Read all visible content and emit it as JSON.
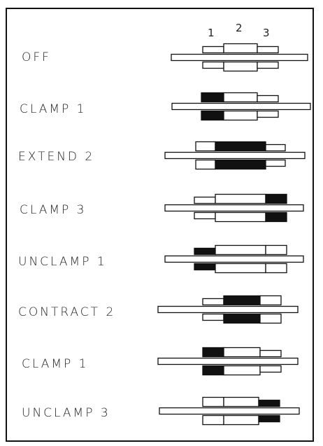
{
  "segment_numbers": [
    "1",
    "2",
    "3"
  ],
  "colors": {
    "ink": "#111111",
    "paper": "#ffffff",
    "frame": "#111111"
  },
  "steps": [
    {
      "label": "OFF",
      "shaft": [
        245,
        440
      ],
      "layout": {
        "top": [
          290,
          320,
          368
        ],
        "bot": [
          290,
          320,
          368
        ]
      },
      "blocks": [
        {
          "row": "top",
          "x": [
            290,
            320
          ],
          "fill": "white"
        },
        {
          "row": "top",
          "x": [
            320,
            368
          ],
          "fill": "white",
          "tall": true
        },
        {
          "row": "top",
          "x": [
            368,
            398
          ],
          "fill": "white"
        },
        {
          "row": "bot",
          "x": [
            290,
            320
          ],
          "fill": "white"
        },
        {
          "row": "bot",
          "x": [
            320,
            368
          ],
          "fill": "white",
          "tall": true
        },
        {
          "row": "bot",
          "x": [
            368,
            398
          ],
          "fill": "white"
        }
      ]
    },
    {
      "label": "CLAMP 1",
      "shaft": [
        246,
        444
      ],
      "blocks": [
        {
          "row": "top",
          "x": [
            288,
            320
          ],
          "fill": "black",
          "tall": true
        },
        {
          "row": "top",
          "x": [
            320,
            368
          ],
          "fill": "white",
          "tall": true
        },
        {
          "row": "top",
          "x": [
            368,
            398
          ],
          "fill": "white"
        },
        {
          "row": "bot",
          "x": [
            288,
            320
          ],
          "fill": "black",
          "tall": true
        },
        {
          "row": "bot",
          "x": [
            320,
            368
          ],
          "fill": "white",
          "tall": true
        },
        {
          "row": "bot",
          "x": [
            368,
            398
          ],
          "fill": "white"
        }
      ]
    },
    {
      "label": "EXTEND 2",
      "shaft": [
        236,
        436
      ],
      "blocks": [
        {
          "row": "top",
          "x": [
            280,
            308
          ],
          "fill": "white",
          "tall": true
        },
        {
          "row": "top",
          "x": [
            308,
            380
          ],
          "fill": "black",
          "tall": true
        },
        {
          "row": "top",
          "x": [
            380,
            408
          ],
          "fill": "white"
        },
        {
          "row": "bot",
          "x": [
            280,
            308
          ],
          "fill": "white",
          "tall": true
        },
        {
          "row": "bot",
          "x": [
            308,
            380
          ],
          "fill": "black",
          "tall": true
        },
        {
          "row": "bot",
          "x": [
            380,
            408
          ],
          "fill": "white"
        }
      ]
    },
    {
      "label": "CLAMP 3",
      "shaft": [
        236,
        434
      ],
      "blocks": [
        {
          "row": "top",
          "x": [
            278,
            308
          ],
          "fill": "white"
        },
        {
          "row": "top",
          "x": [
            308,
            380
          ],
          "fill": "white",
          "tall": true
        },
        {
          "row": "top",
          "x": [
            380,
            410
          ],
          "fill": "black",
          "tall": true
        },
        {
          "row": "bot",
          "x": [
            278,
            308
          ],
          "fill": "white"
        },
        {
          "row": "bot",
          "x": [
            308,
            380
          ],
          "fill": "white",
          "tall": true
        },
        {
          "row": "bot",
          "x": [
            380,
            410
          ],
          "fill": "black",
          "tall": true
        }
      ]
    },
    {
      "label": "UNCLAMP 1",
      "shaft": [
        236,
        434
      ],
      "blocks": [
        {
          "row": "top",
          "x": [
            278,
            308
          ],
          "fill": "black"
        },
        {
          "row": "top",
          "x": [
            308,
            380
          ],
          "fill": "white",
          "tall": true
        },
        {
          "row": "top",
          "x": [
            380,
            410
          ],
          "fill": "white",
          "tall": true
        },
        {
          "row": "bot",
          "x": [
            278,
            308
          ],
          "fill": "black"
        },
        {
          "row": "bot",
          "x": [
            308,
            380
          ],
          "fill": "white",
          "tall": true
        },
        {
          "row": "bot",
          "x": [
            380,
            410
          ],
          "fill": "white",
          "tall": true
        }
      ]
    },
    {
      "label": "CONTRACT 2",
      "shaft": [
        226,
        426
      ],
      "blocks": [
        {
          "row": "top",
          "x": [
            290,
            320
          ],
          "fill": "white"
        },
        {
          "row": "top",
          "x": [
            320,
            372
          ],
          "fill": "black",
          "tall": true
        },
        {
          "row": "top",
          "x": [
            372,
            402
          ],
          "fill": "white",
          "tall": true
        },
        {
          "row": "bot",
          "x": [
            290,
            320
          ],
          "fill": "white"
        },
        {
          "row": "bot",
          "x": [
            320,
            372
          ],
          "fill": "black",
          "tall": true
        },
        {
          "row": "bot",
          "x": [
            372,
            402
          ],
          "fill": "white",
          "tall": true
        }
      ]
    },
    {
      "label": "CLAMP 1",
      "shaft": [
        226,
        426
      ],
      "blocks": [
        {
          "row": "top",
          "x": [
            290,
            320
          ],
          "fill": "black",
          "tall": true
        },
        {
          "row": "top",
          "x": [
            320,
            372
          ],
          "fill": "white",
          "tall": true
        },
        {
          "row": "top",
          "x": [
            372,
            402
          ],
          "fill": "white"
        },
        {
          "row": "bot",
          "x": [
            290,
            320
          ],
          "fill": "black",
          "tall": true
        },
        {
          "row": "bot",
          "x": [
            320,
            372
          ],
          "fill": "white",
          "tall": true
        },
        {
          "row": "bot",
          "x": [
            372,
            402
          ],
          "fill": "white"
        }
      ]
    },
    {
      "label": "UNCLAMP 3",
      "shaft": [
        228,
        428
      ],
      "blocks": [
        {
          "row": "top",
          "x": [
            290,
            320
          ],
          "fill": "white",
          "tall": true
        },
        {
          "row": "top",
          "x": [
            320,
            370
          ],
          "fill": "white",
          "tall": true
        },
        {
          "row": "top",
          "x": [
            370,
            400
          ],
          "fill": "black"
        },
        {
          "row": "bot",
          "x": [
            290,
            320
          ],
          "fill": "white",
          "tall": true
        },
        {
          "row": "bot",
          "x": [
            320,
            370
          ],
          "fill": "white",
          "tall": true
        },
        {
          "row": "bot",
          "x": [
            370,
            400
          ],
          "fill": "black"
        }
      ]
    }
  ]
}
